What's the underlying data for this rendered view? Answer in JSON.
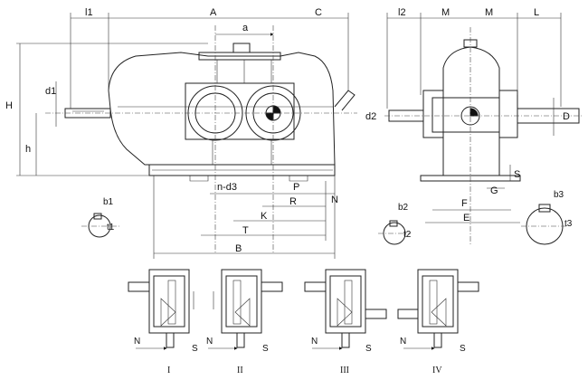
{
  "front_view": {
    "top_dims": [
      "l1",
      "A",
      "C",
      "a"
    ],
    "left_dims": [
      "H",
      "h",
      "d1"
    ],
    "bottom_dims": [
      "n-d3",
      "P",
      "N",
      "R",
      "K",
      "T",
      "B"
    ]
  },
  "side_view": {
    "top_dims": [
      "l2",
      "M",
      "M",
      "L"
    ],
    "left_dims": [
      "d2"
    ],
    "right_dims": [
      "D",
      "S"
    ],
    "bottom_dims": [
      "G",
      "F",
      "E"
    ]
  },
  "shaft_sections": {
    "low_speed_left": [
      "b1",
      "t1"
    ],
    "side_left": [
      "b2",
      "t2"
    ],
    "side_right": [
      "b3",
      "t3"
    ]
  },
  "assembly_types": [
    {
      "numeral": "I",
      "n": "N",
      "s": "S"
    },
    {
      "numeral": "II",
      "n": "N",
      "s": "S"
    },
    {
      "numeral": "III",
      "n": "N",
      "s": "S"
    },
    {
      "numeral": "IV",
      "n": "N",
      "s": "S"
    }
  ]
}
